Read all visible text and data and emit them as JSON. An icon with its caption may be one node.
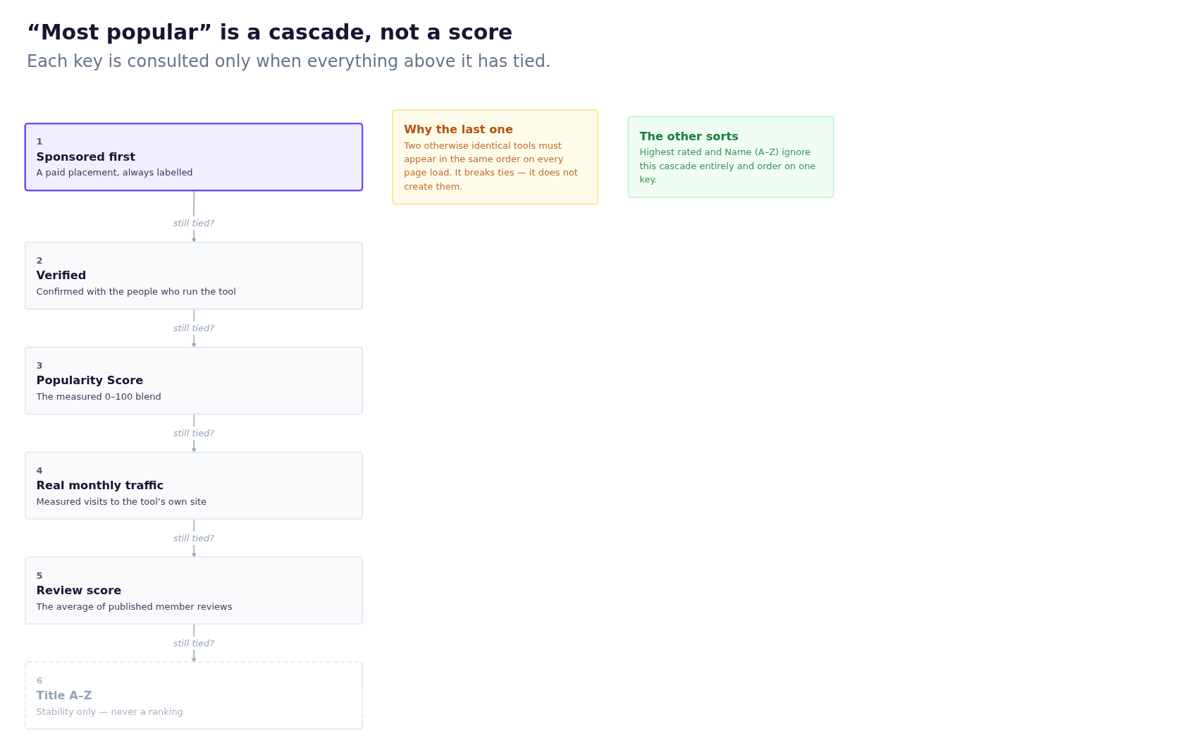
{
  "diagram": {
    "title": "“Most popular” is a cascade, not a score",
    "caption": "Each key is consulted only when everything above it has tied.",
    "nodes": [
      {
        "text": [
          "1",
          "Sponsored first",
          "A paid placement, always labelled"
        ]
      },
      {
        "text": [
          "2",
          "Verified",
          "Confirmed with the people who run the tool"
        ]
      },
      {
        "text": [
          "3",
          "Popularity Score",
          "The measured 0–100 blend"
        ]
      },
      {
        "text": [
          "4",
          "Real monthly traffic",
          "Measured visits to the tool’s own site"
        ]
      },
      {
        "text": [
          "5",
          "Review score",
          "The average of published member reviews"
        ]
      },
      {
        "text": [
          "6",
          "Title A–Z",
          "Stability only — never a ranking"
        ]
      },
      {
        "text": [
          "Why the last one",
          "Two otherwise identical tools must appear in the same order on every page load. It breaks ties — it does not create them."
        ]
      },
      {
        "text": [
          "The other sorts",
          "Highest rated and Name (A–Z) ignore this cascade entirely and order on one key."
        ]
      }
    ],
    "edges": [
      {
        "from": 0,
        "to": 1,
        "arrow": "to",
        "label": "still tied?"
      },
      {
        "from": 1,
        "to": 2,
        "arrow": "to",
        "label": "still tied?"
      },
      {
        "from": 2,
        "to": 3,
        "arrow": "to",
        "label": "still tied?"
      },
      {
        "from": 3,
        "to": 4,
        "arrow": "to",
        "label": "still tied?"
      },
      {
        "from": 4,
        "to": 5,
        "arrow": "to",
        "label": "still tied?"
      }
    ]
  }
}
